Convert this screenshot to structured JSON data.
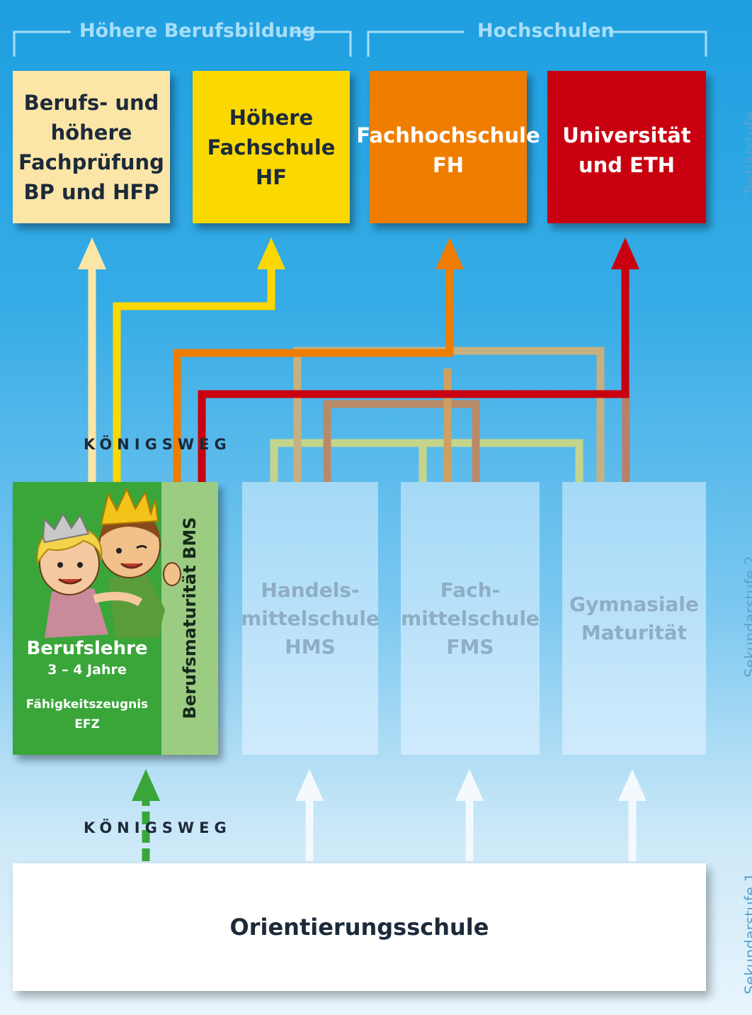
{
  "brackets": {
    "higher_vocational": "Höhere Berufsbildung",
    "universities": "Hochschulen"
  },
  "tertiary": {
    "bp_hfp": [
      "Berufs- und",
      "höhere",
      "Fachprüfung",
      "BP und HFP"
    ],
    "hf": [
      "Höhere",
      "Fachschule",
      "HF"
    ],
    "fh": [
      "Fachhochschule",
      "FH"
    ],
    "uni": [
      "Universität",
      "und ETH"
    ]
  },
  "secondary2": {
    "apprenticeship_title": "Berufslehre",
    "apprenticeship_duration": "3 – 4 Jahre",
    "certificate": [
      "Fähigkeitszeugnis",
      "EFZ"
    ],
    "bms": "Berufsmaturität BMS",
    "hms": [
      "Handels-",
      "mittelschule",
      "HMS"
    ],
    "fms": [
      "Fach-",
      "mittelschule",
      "FMS"
    ],
    "gym": [
      "Gymnasiale",
      "Maturität"
    ]
  },
  "secondary1": {
    "orientation": "Orientierungsschule"
  },
  "royal_road": "KÖNIGSWEG",
  "levels": {
    "tertiary": "Tertiärstufe",
    "secondary2": "Sekundarstufe 2",
    "secondary1": "Sekundarstufe 1"
  },
  "colors": {
    "pale_yellow": "#fbe6a8",
    "yellow": "#fbd800",
    "orange": "#ef7d00",
    "red": "#c8000f",
    "green": "#3aa63a",
    "light_green": "#9bcc82"
  }
}
